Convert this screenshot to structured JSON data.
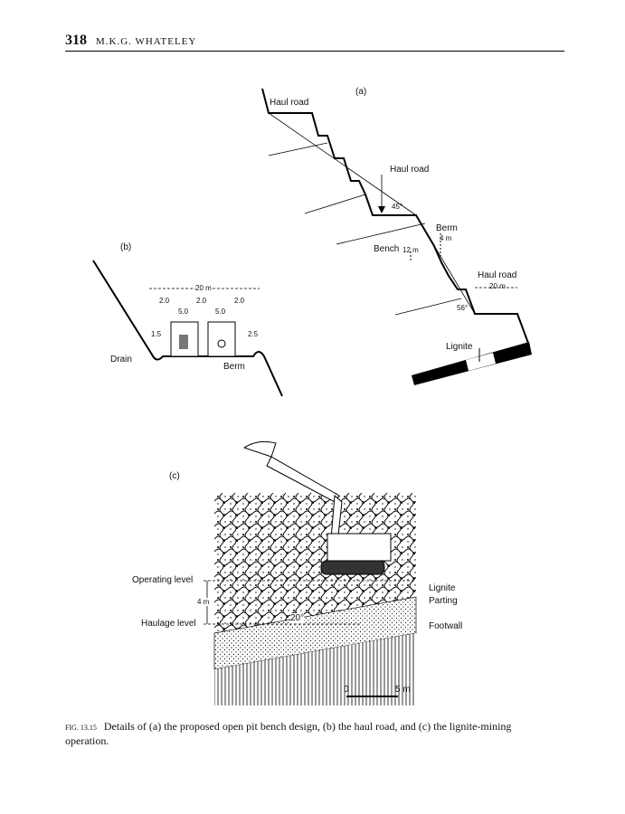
{
  "header": {
    "page_number": "318",
    "author": "M.K.G. WHATELEY"
  },
  "diagram_a": {
    "panel": "(a)",
    "haul_road_top": "Haul road",
    "haul_road_mid": "Haul road",
    "angle_45": "45°",
    "berm": "Berm",
    "berm_width": "4 m",
    "bench": "Bench",
    "bench_height": "12 m",
    "haul_road_low": "Haul road",
    "haul_road_width": "20 m",
    "angle_56": "56°",
    "lignite": "Lignite"
  },
  "diagram_b": {
    "panel": "(b)",
    "total_width": "20 m",
    "gap1": "2.0",
    "gap2": "2.0",
    "gap3": "2.0",
    "truck1": "5.0",
    "truck2": "5.0",
    "drain_width": "1.5",
    "berm_width": "2.5",
    "drain": "Drain",
    "berm": "Berm"
  },
  "diagram_c": {
    "panel": "(c)",
    "operating_level": "Operating level",
    "height": "4 m",
    "haulage_level": "Haulage level",
    "angle": "20°",
    "lignite": "Lignite",
    "parting": "Parting",
    "footwall": "Footwall",
    "scale_0": "0",
    "scale_5": "5 m"
  },
  "caption": {
    "fig_label": "FIG. 13.15",
    "text": "Details of (a) the proposed open pit bench design, (b) the haul road, and (c) the lignite-mining operation."
  }
}
